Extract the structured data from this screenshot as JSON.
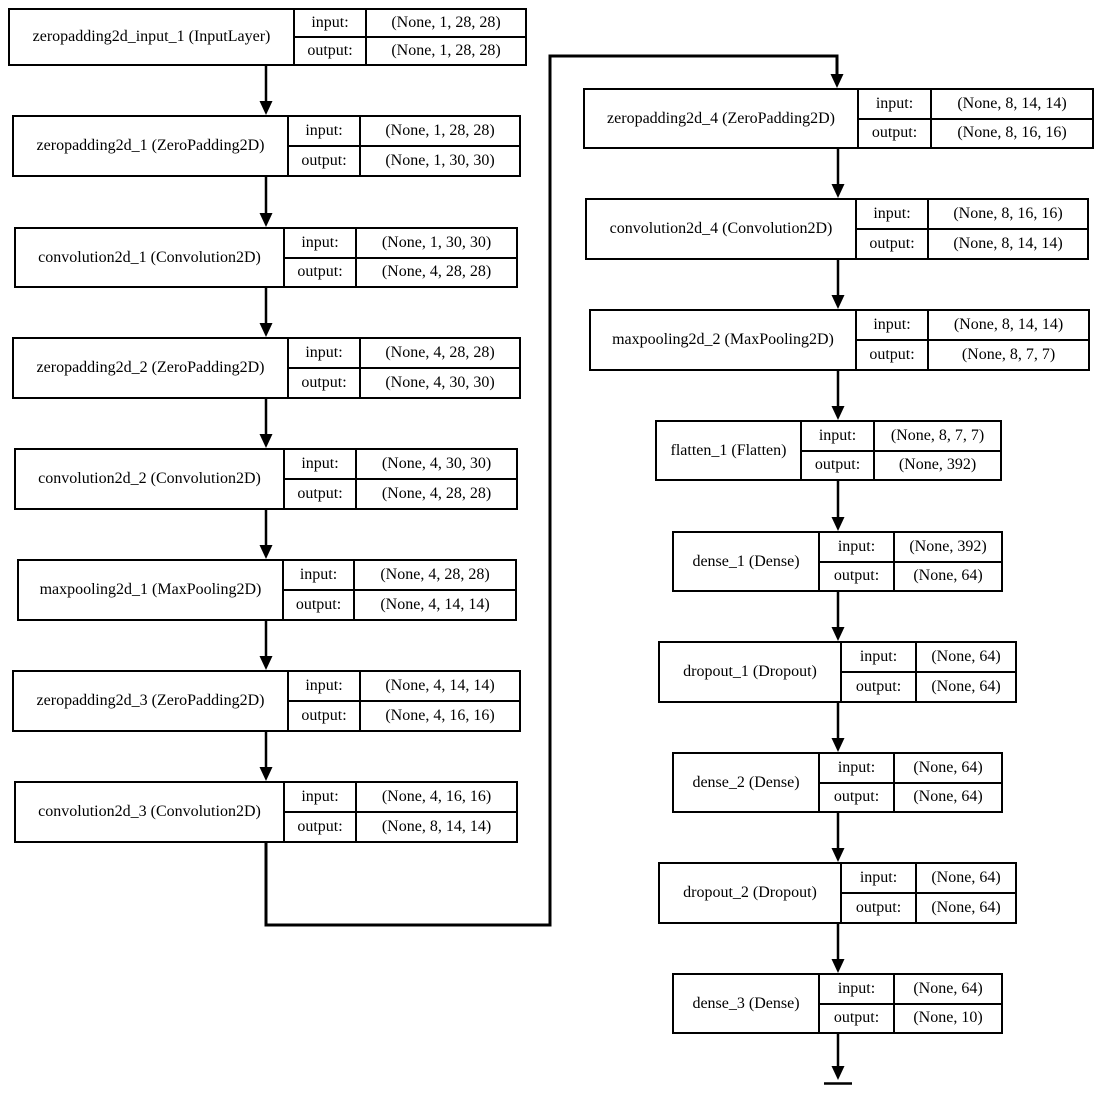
{
  "diagram": {
    "type": "keras-model-architecture-graph",
    "background_color": "#ffffff",
    "line_color": "#000000",
    "labels": {
      "input": "input:",
      "output": "output:"
    },
    "nodes": [
      {
        "id": "zeropadding2d_input_1",
        "label": "zeropadding2d_input_1 (InputLayer)",
        "input": "(None, 1, 28, 28)",
        "output": "(None, 1, 28, 28)"
      },
      {
        "id": "zeropadding2d_1",
        "label": "zeropadding2d_1 (ZeroPadding2D)",
        "input": "(None, 1, 28, 28)",
        "output": "(None, 1, 30, 30)"
      },
      {
        "id": "convolution2d_1",
        "label": "convolution2d_1 (Convolution2D)",
        "input": "(None, 1, 30, 30)",
        "output": "(None, 4, 28, 28)"
      },
      {
        "id": "zeropadding2d_2",
        "label": "zeropadding2d_2 (ZeroPadding2D)",
        "input": "(None, 4, 28, 28)",
        "output": "(None, 4, 30, 30)"
      },
      {
        "id": "convolution2d_2",
        "label": "convolution2d_2 (Convolution2D)",
        "input": "(None, 4, 30, 30)",
        "output": "(None, 4, 28, 28)"
      },
      {
        "id": "maxpooling2d_1",
        "label": "maxpooling2d_1 (MaxPooling2D)",
        "input": "(None, 4, 28, 28)",
        "output": "(None, 4, 14, 14)"
      },
      {
        "id": "zeropadding2d_3",
        "label": "zeropadding2d_3 (ZeroPadding2D)",
        "input": "(None, 4, 14, 14)",
        "output": "(None, 4, 16, 16)"
      },
      {
        "id": "convolution2d_3",
        "label": "convolution2d_3 (Convolution2D)",
        "input": "(None, 4, 16, 16)",
        "output": "(None, 8, 14, 14)"
      },
      {
        "id": "zeropadding2d_4",
        "label": "zeropadding2d_4 (ZeroPadding2D)",
        "input": "(None, 8, 14, 14)",
        "output": "(None, 8, 16, 16)"
      },
      {
        "id": "convolution2d_4",
        "label": "convolution2d_4 (Convolution2D)",
        "input": "(None, 8, 16, 16)",
        "output": "(None, 8, 14, 14)"
      },
      {
        "id": "maxpooling2d_2",
        "label": "maxpooling2d_2 (MaxPooling2D)",
        "input": "(None, 8, 14, 14)",
        "output": "(None, 8, 7, 7)"
      },
      {
        "id": "flatten_1",
        "label": "flatten_1 (Flatten)",
        "input": "(None, 8, 7, 7)",
        "output": "(None, 392)"
      },
      {
        "id": "dense_1",
        "label": "dense_1 (Dense)",
        "input": "(None, 392)",
        "output": "(None, 64)"
      },
      {
        "id": "dropout_1",
        "label": "dropout_1 (Dropout)",
        "input": "(None, 64)",
        "output": "(None, 64)"
      },
      {
        "id": "dense_2",
        "label": "dense_2 (Dense)",
        "input": "(None, 64)",
        "output": "(None, 64)"
      },
      {
        "id": "dropout_2",
        "label": "dropout_2 (Dropout)",
        "input": "(None, 64)",
        "output": "(None, 64)"
      },
      {
        "id": "dense_3",
        "label": "dense_3 (Dense)",
        "input": "(None, 64)",
        "output": "(None, 10)"
      }
    ],
    "edges": [
      {
        "from": "zeropadding2d_input_1",
        "to": "zeropadding2d_1"
      },
      {
        "from": "zeropadding2d_1",
        "to": "convolution2d_1"
      },
      {
        "from": "convolution2d_1",
        "to": "zeropadding2d_2"
      },
      {
        "from": "zeropadding2d_2",
        "to": "convolution2d_2"
      },
      {
        "from": "convolution2d_2",
        "to": "maxpooling2d_1"
      },
      {
        "from": "maxpooling2d_1",
        "to": "zeropadding2d_3"
      },
      {
        "from": "zeropadding2d_3",
        "to": "convolution2d_3"
      },
      {
        "from": "convolution2d_3",
        "to": "zeropadding2d_4"
      },
      {
        "from": "zeropadding2d_4",
        "to": "convolution2d_4"
      },
      {
        "from": "convolution2d_4",
        "to": "maxpooling2d_2"
      },
      {
        "from": "maxpooling2d_2",
        "to": "flatten_1"
      },
      {
        "from": "flatten_1",
        "to": "dense_1"
      },
      {
        "from": "dense_1",
        "to": "dropout_1"
      },
      {
        "from": "dropout_1",
        "to": "dense_2"
      },
      {
        "from": "dense_2",
        "to": "dropout_2"
      },
      {
        "from": "dropout_2",
        "to": "dense_3"
      },
      {
        "from": "dense_3",
        "to": "model-output"
      }
    ]
  }
}
